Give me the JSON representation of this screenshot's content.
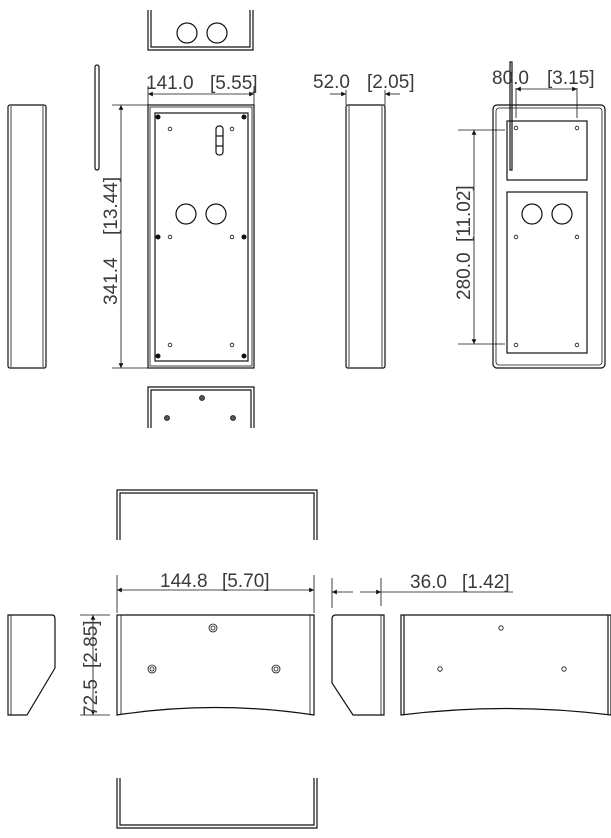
{
  "dimensions": {
    "front_width": {
      "mm": "141.0",
      "in": "[5.55]"
    },
    "front_height": {
      "mm": "341.4",
      "in": "[13.44]"
    },
    "side_depth": {
      "mm": "52.0",
      "in": "[2.05]"
    },
    "mount_hole_spacing_h": {
      "mm": "80.0",
      "in": "[3.15]"
    },
    "mount_hole_spacing_v": {
      "mm": "280.0",
      "in": "[11.02]"
    },
    "hood_width": {
      "mm": "144.8",
      "in": "[5.70]"
    },
    "hood_height": {
      "mm": "72.5",
      "in": "[2.85]"
    },
    "hood_depth": {
      "mm": "36.0",
      "in": "[1.42]"
    }
  },
  "colors": {
    "line": "#111111",
    "text": "#3a3a3a"
  }
}
